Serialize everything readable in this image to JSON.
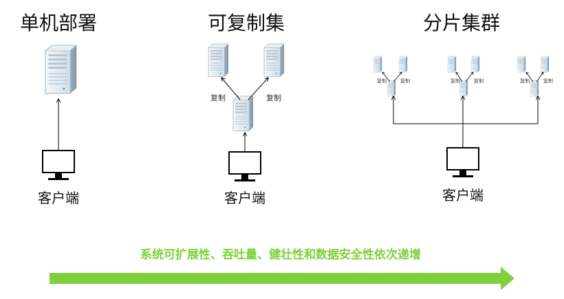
{
  "columns": [
    {
      "id": "standalone",
      "title": "单机部署",
      "client_label": "客户端"
    },
    {
      "id": "replica",
      "title": "可复制集",
      "client_label": "客户端",
      "replication_labels": [
        "复制",
        "复制"
      ]
    },
    {
      "id": "sharding",
      "title": "分片集群",
      "client_label": "客户端",
      "replication_label": "复制",
      "shard_count": 3
    }
  ],
  "footer": {
    "caption": "系统可扩展性、吞吐量、健壮性和数据安全性依次递增",
    "arrow_color": "#7ed13a"
  },
  "colors": {
    "line": "#000000",
    "server_face": "#dfe8ee",
    "server_side": "#a9bccb",
    "accent": "#7ed13a"
  }
}
